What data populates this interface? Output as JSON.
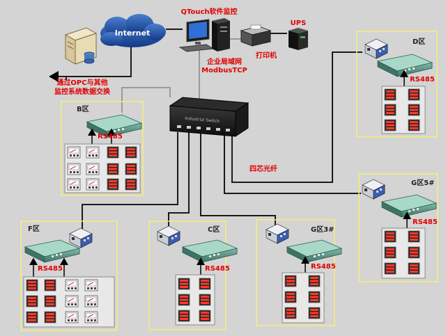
{
  "title": "QTouch软件监控",
  "labels": {
    "cloud": "Internet",
    "ups": "UPS",
    "printer": "打印机",
    "lan_line1": "企业局域网",
    "lan_line2": "ModbusTCP",
    "opc_line1": "通过OPC与其他",
    "opc_line2": "监控系统数据交换",
    "fiber": "四芯光纤",
    "switch_text": "Industrial Switch"
  },
  "zones": {
    "b": {
      "name": "B区",
      "bus": "RS485"
    },
    "d": {
      "name": "D区",
      "bus": "RS485"
    },
    "g5": {
      "name": "G区5#",
      "bus": "RS485"
    },
    "f": {
      "name": "F区",
      "bus": "RS485"
    },
    "c": {
      "name": "C区",
      "bus": "RS485"
    },
    "g3": {
      "name": "G区3#",
      "bus": "RS485"
    }
  },
  "colors": {
    "background": "#d4d4d4",
    "zone_border": "#f5f07a",
    "label_red": "#e00000",
    "fiber_line": "#1a1a1a",
    "lan_line": "#9a9a9a"
  }
}
